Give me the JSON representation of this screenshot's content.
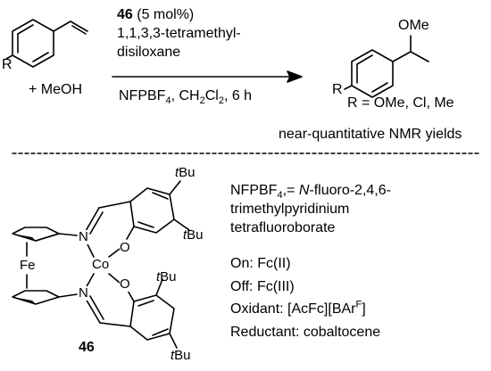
{
  "reaction": {
    "catalyst_id": "46",
    "catalyst_loading": " (5 mol%)",
    "silane_line1": "1,1,3,3-tetramethyl-",
    "silane_line2": "disiloxane",
    "reagent": "+ MeOH",
    "conditions_pre": "NFPBF",
    "conditions_sub": "4",
    "conditions_mid": ", CH",
    "conditions_sub2": "2",
    "conditions_mid2": "Cl",
    "conditions_sub3": "2",
    "conditions_post": ", 6 h",
    "substrate_r": "R",
    "product_r": "R",
    "product_ome": "OMe",
    "r_groups": "R = OMe, Cl, Me",
    "yield_note": "near-quantitative NMR yields"
  },
  "catalyst": {
    "label": "46",
    "fe": "Fe",
    "co": "Co",
    "n_top": "N",
    "n_bottom": "N",
    "o_top": "O",
    "o_bottom": "O",
    "tbu_italic": "t",
    "tbu_rest": "Bu"
  },
  "legend": {
    "nfp_pre": "NFPBF",
    "nfp_sub": "4",
    "nfp_eq": ",= ",
    "nfp_italic": "N",
    "nfp_rest": "-fluoro-2,4,6-",
    "line2": "trimethylpyridinium",
    "line3": "tetrafluoroborate",
    "on": "On: Fc(II)",
    "off": "Off: Fc(III)",
    "oxidant_pre": "Oxidant: [AcFc][BAr",
    "oxidant_sup": "F",
    "oxidant_post": "]",
    "reductant": "Reductant: cobaltocene"
  }
}
